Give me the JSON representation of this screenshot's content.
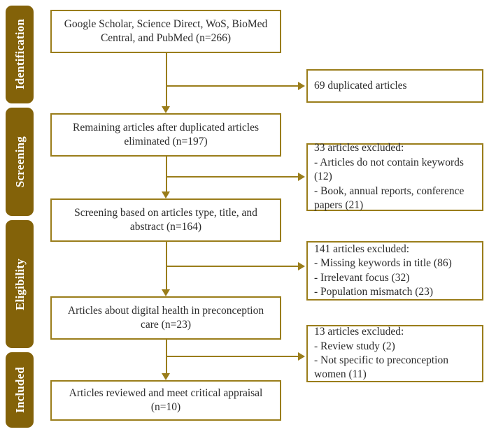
{
  "diagram": {
    "type": "prisma-flow-diagram",
    "colors": {
      "stage_label_fill": "#836209",
      "stage_label_text": "#ffffff",
      "box_border": "#9a7d1a",
      "box_fill": "#ffffff",
      "connector": "#9a7d1a",
      "body_text": "#2b2b2b"
    }
  },
  "stages": [
    {
      "id": "identification",
      "label": "Identification"
    },
    {
      "id": "screening",
      "label": "Screening"
    },
    {
      "id": "eligibility",
      "label": "Eligibility"
    },
    {
      "id": "included",
      "label": "Included"
    }
  ],
  "flow": {
    "main": [
      {
        "id": "records-identified",
        "text": "Google Scholar, Science Direct, WoS, BioMed\nCentral, and PubMed (n=266)",
        "n": 266
      },
      {
        "id": "after-duplicates",
        "text": "Remaining articles after duplicated articles\neliminated (n=197)",
        "n": 197
      },
      {
        "id": "screened",
        "text": "Screening based on articles type, title, and\nabstract (n=164)",
        "n": 164
      },
      {
        "id": "eligible",
        "text": "Articles about digital health in preconception\ncare (n=23)",
        "n": 23
      },
      {
        "id": "included-final",
        "text": "Articles reviewed and meet critical appraisal\n(n=10)",
        "n": 10
      }
    ],
    "excluded": [
      {
        "id": "duplicates",
        "text": "69 duplicated articles",
        "n": 69
      },
      {
        "id": "excluded-33",
        "text": "33 articles excluded:\n- Articles do not contain keywords\n(12)\n- Book, annual reports, conference\npapers (21)",
        "n": 33
      },
      {
        "id": "excluded-141",
        "text": "141 articles excluded:\n- Missing keywords in title (86)\n- Irrelevant focus (32)\n- Population mismatch (23)",
        "n": 141
      },
      {
        "id": "excluded-13",
        "text": "13 articles excluded:\n- Review study (2)\n- Not specific to preconception\nwomen (11)",
        "n": 13
      }
    ]
  }
}
